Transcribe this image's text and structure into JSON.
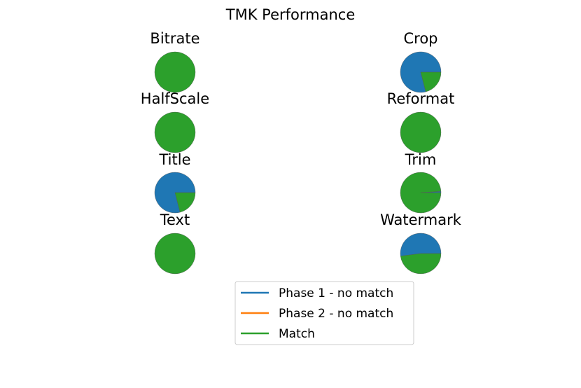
{
  "chart_data": {
    "type": "pie",
    "title": "TMK Performance",
    "legend": {
      "placement": "bottom-center",
      "entries": [
        {
          "label": "Phase 1 - no match",
          "color": "#1f77b4"
        },
        {
          "label": "Phase 2 - no match",
          "color": "#ff7f0e"
        },
        {
          "label": "Match",
          "color": "#2ca02c"
        }
      ]
    },
    "series_names": [
      "Phase 1 - no match",
      "Phase 2 - no match",
      "Match"
    ],
    "pies": [
      {
        "title": "Bitrate",
        "values": [
          0,
          0,
          100
        ]
      },
      {
        "title": "Crop",
        "values": [
          79,
          0,
          21
        ]
      },
      {
        "title": "HalfScale",
        "values": [
          0,
          0,
          100
        ]
      },
      {
        "title": "Reformat",
        "values": [
          0,
          0,
          100
        ]
      },
      {
        "title": "Title",
        "values": [
          79,
          0,
          21
        ]
      },
      {
        "title": "Trim",
        "values": [
          1,
          0,
          99
        ]
      },
      {
        "title": "Text",
        "values": [
          0,
          0,
          100
        ]
      },
      {
        "title": "Watermark",
        "values": [
          52,
          0,
          48
        ]
      }
    ]
  }
}
